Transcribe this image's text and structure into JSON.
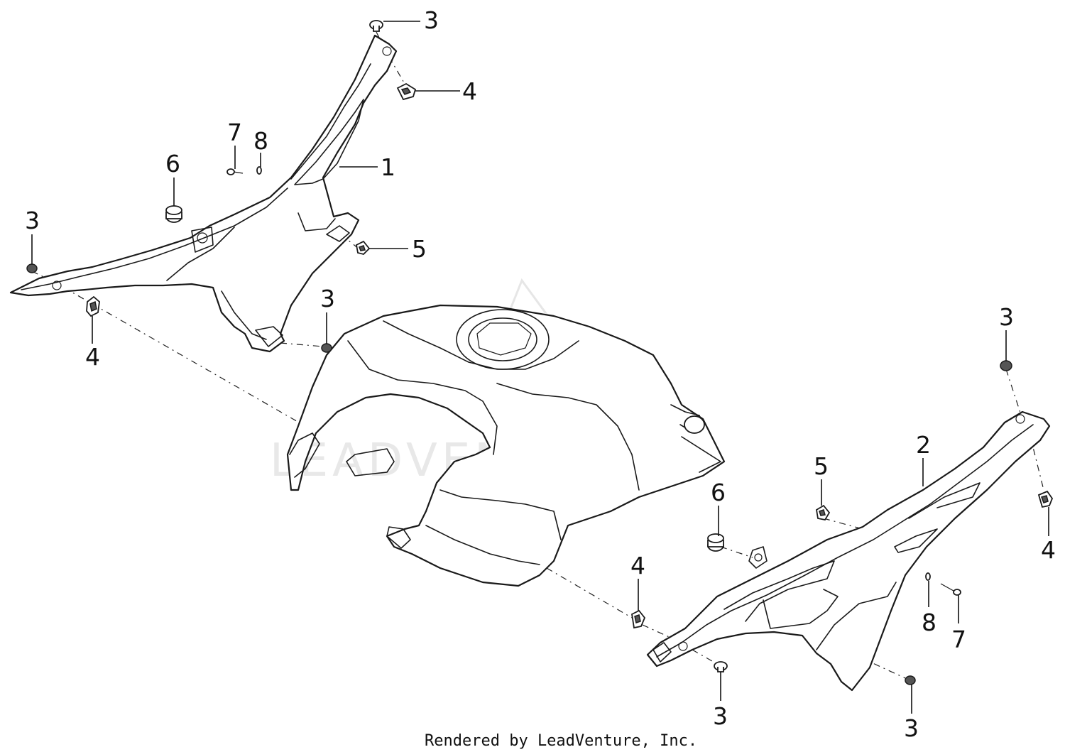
{
  "diagram": {
    "callouts": {
      "c3_top": "3",
      "c4_top": "4",
      "c7_left": "7",
      "c8_left": "8",
      "c1": "1",
      "c6_left": "6",
      "c3_left": "3",
      "c5_left": "5",
      "c3_center": "3",
      "c4_left": "4",
      "c3_right": "3",
      "c2": "2",
      "c5_right": "5",
      "c6_right": "6",
      "c4_right": "4",
      "c4_center": "4",
      "c8_right": "8",
      "c7_right": "7",
      "c3_bottom_center": "3",
      "c3_bottom_right": "3"
    },
    "footer": "Rendered by LeadVenture, Inc.",
    "watermark": "LEADVENTURE"
  }
}
